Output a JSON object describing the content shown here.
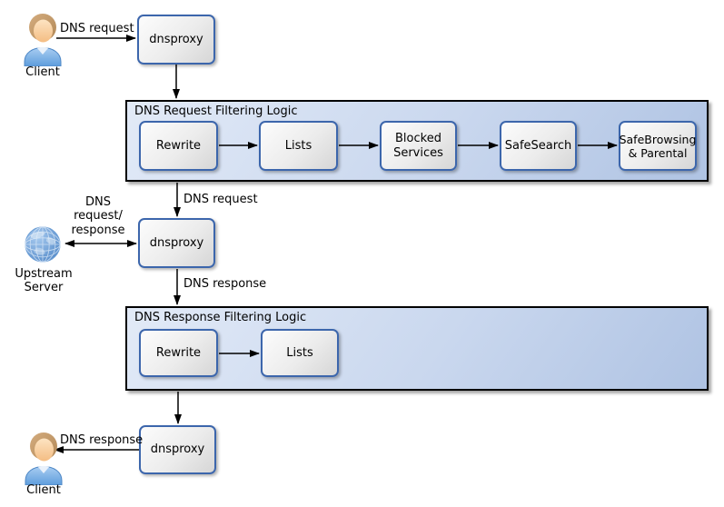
{
  "colors": {
    "container_fill_start": "#e2eaf7",
    "container_fill_end": "#afc3e3",
    "container_border": "#000000",
    "node_fill_start": "#fcfcfc",
    "node_fill_end": "#d6d6d6",
    "node_border": "#3c66ac",
    "arrow": "#000000",
    "globe_blue": "#5c93d2",
    "shirt_blue": "#6ba6e2",
    "hair_tan": "#c79e6f"
  },
  "actors": {
    "client_top": {
      "label": "Client"
    },
    "upstream_server": {
      "label": "Upstream Server"
    },
    "client_bottom": {
      "label": "Client"
    }
  },
  "nodes": {
    "proxy_top": {
      "label": "dnsproxy"
    },
    "proxy_middle": {
      "label": "dnsproxy"
    },
    "proxy_bottom": {
      "label": "dnsproxy"
    }
  },
  "pipelines": {
    "request": {
      "title": "DNS Request Filtering Logic",
      "stages": [
        "Rewrite",
        "Lists",
        "Blocked Services",
        "SafeSearch",
        "SafeBrowsing & Parental"
      ]
    },
    "response": {
      "title": "DNS Response Filtering Logic",
      "stages": [
        "Rewrite",
        "Lists"
      ]
    }
  },
  "edge_labels": {
    "client_to_proxy": "DNS request",
    "pipeline_to_proxy": "DNS request",
    "upstream_exchange": "DNS request/ response",
    "proxy_to_pipeline": "DNS response",
    "proxy_to_client": "DNS response"
  },
  "icons": {
    "client": "user-icon",
    "upstream": "globe-icon"
  }
}
